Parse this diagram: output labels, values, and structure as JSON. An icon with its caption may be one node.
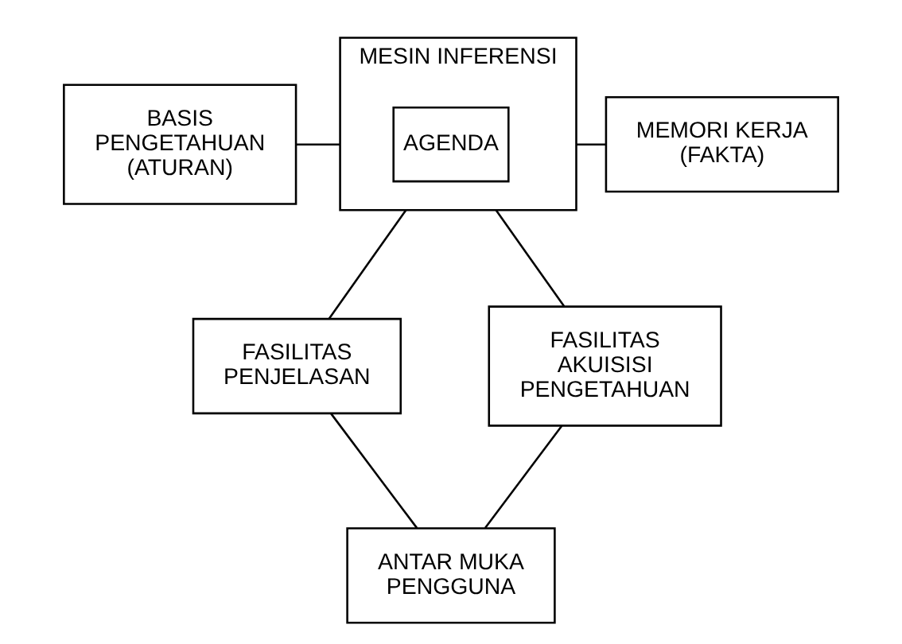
{
  "diagram": {
    "nodes": [
      {
        "text": [
          "BASIS PENGETAHUAN (ATURAN)"
        ]
      },
      {
        "text": [
          "MESIN INFERENSI"
        ]
      },
      {
        "text": [
          "AGENDA"
        ],
        "in": 1
      },
      {
        "text": [
          "MEMORI KERJA (FAKTA)"
        ]
      },
      {
        "text": [
          "FASILITAS PENJELASAN"
        ]
      },
      {
        "text": [
          "FASILITAS AKUISISI PENGETAHUAN"
        ]
      },
      {
        "text": [
          "ANTAR MUKA PENGGUNA"
        ]
      }
    ],
    "edges": [
      {
        "from": 0,
        "to": 1,
        "arrow": "none"
      },
      {
        "from": 1,
        "to": 3,
        "arrow": "none"
      },
      {
        "from": 1,
        "to": 4,
        "arrow": "none"
      },
      {
        "from": 1,
        "to": 5,
        "arrow": "none"
      },
      {
        "from": 4,
        "to": 6,
        "arrow": "none"
      },
      {
        "from": 5,
        "to": 6,
        "arrow": "none"
      }
    ]
  }
}
